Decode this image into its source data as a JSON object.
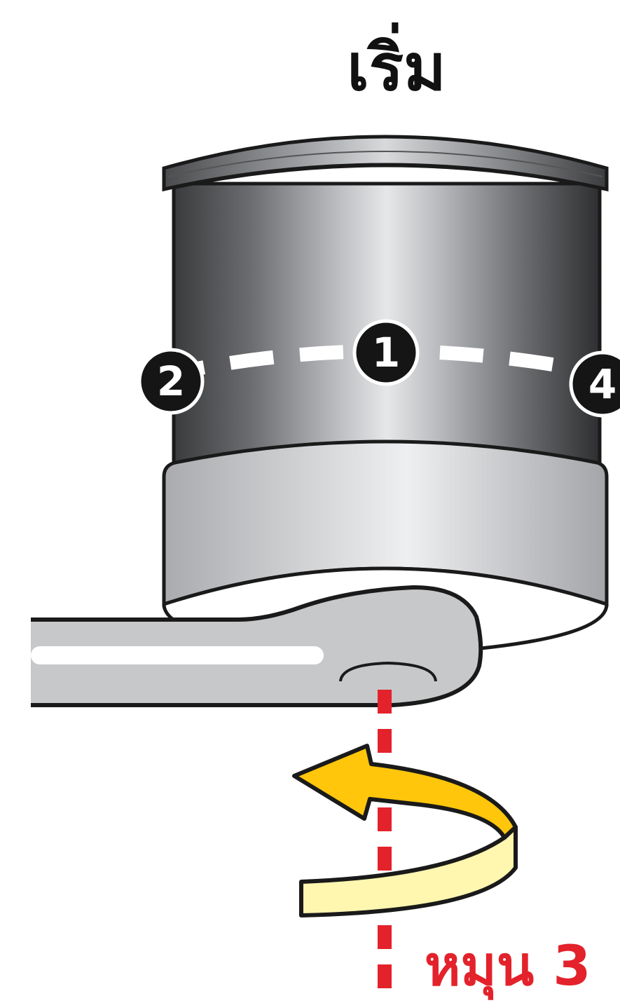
{
  "title": "เริ่ม",
  "markers": [
    {
      "id": "1",
      "label": "1"
    },
    {
      "id": "2",
      "label": "2"
    },
    {
      "id": "4",
      "label": "4"
    }
  ],
  "rotate_label": "หมุน 3",
  "colors": {
    "outline": "#1a1a1a",
    "axis_red": "#e3222b",
    "arrow_yellow": "#ffc60b",
    "arrow_pale": "#fff6b0",
    "wrench_grey": "#c7c8ca",
    "marker_fill": "#151515"
  },
  "icons": {
    "rotation_arrow": "counter-clockwise-arrow-icon",
    "tool": "wrench-icon"
  }
}
